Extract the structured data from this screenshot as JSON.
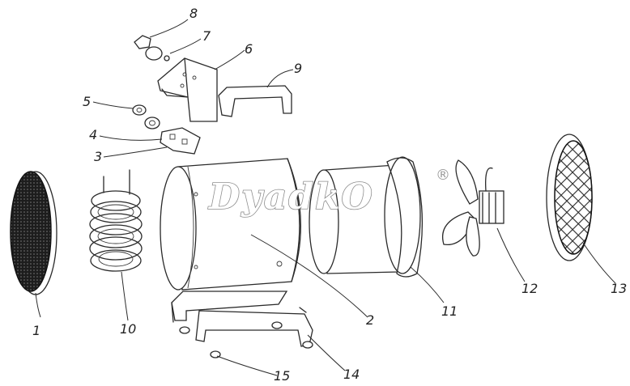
{
  "watermark": {
    "text": "DyadkO",
    "registered": "®"
  },
  "callouts": [
    {
      "id": "1",
      "label": "1"
    },
    {
      "id": "2",
      "label": "2"
    },
    {
      "id": "3",
      "label": "3"
    },
    {
      "id": "4",
      "label": "4"
    },
    {
      "id": "5",
      "label": "5"
    },
    {
      "id": "6",
      "label": "6"
    },
    {
      "id": "7",
      "label": "7"
    },
    {
      "id": "8",
      "label": "8"
    },
    {
      "id": "9",
      "label": "9"
    },
    {
      "id": "10",
      "label": "10"
    },
    {
      "id": "11",
      "label": "11"
    },
    {
      "id": "12",
      "label": "12"
    },
    {
      "id": "13",
      "label": "13"
    },
    {
      "id": "14",
      "label": "14"
    },
    {
      "id": "15",
      "label": "15"
    }
  ]
}
